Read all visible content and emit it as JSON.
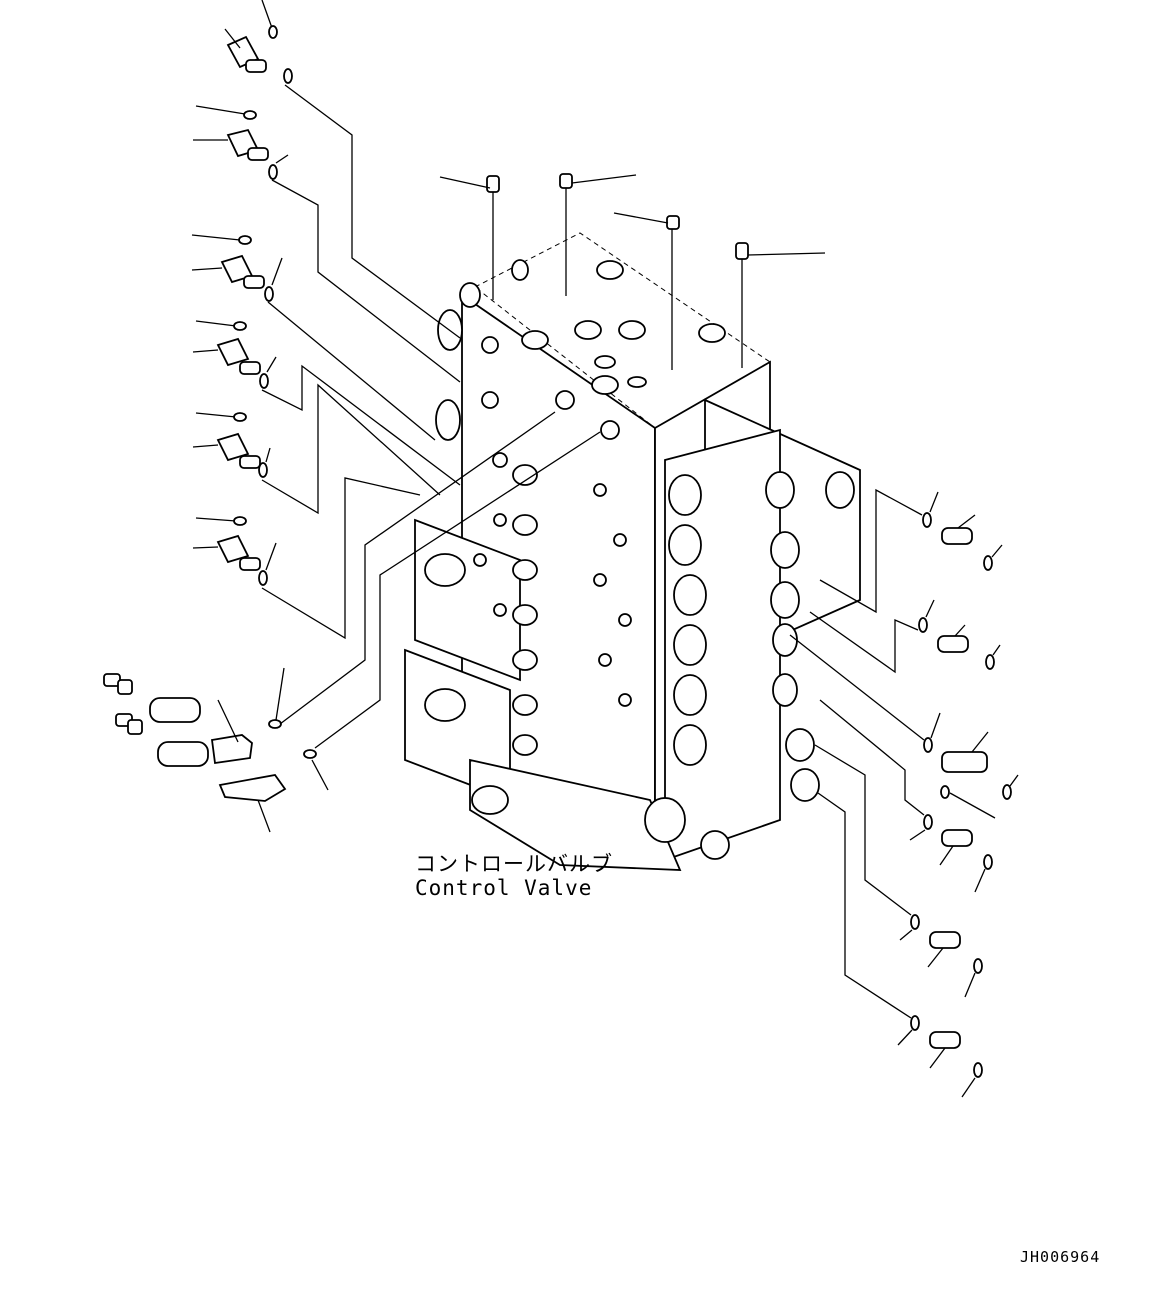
{
  "diagram": {
    "component_label_jp": "コントロールバルブ",
    "component_label_en": "Control Valve",
    "figure_id": "JH006964"
  }
}
